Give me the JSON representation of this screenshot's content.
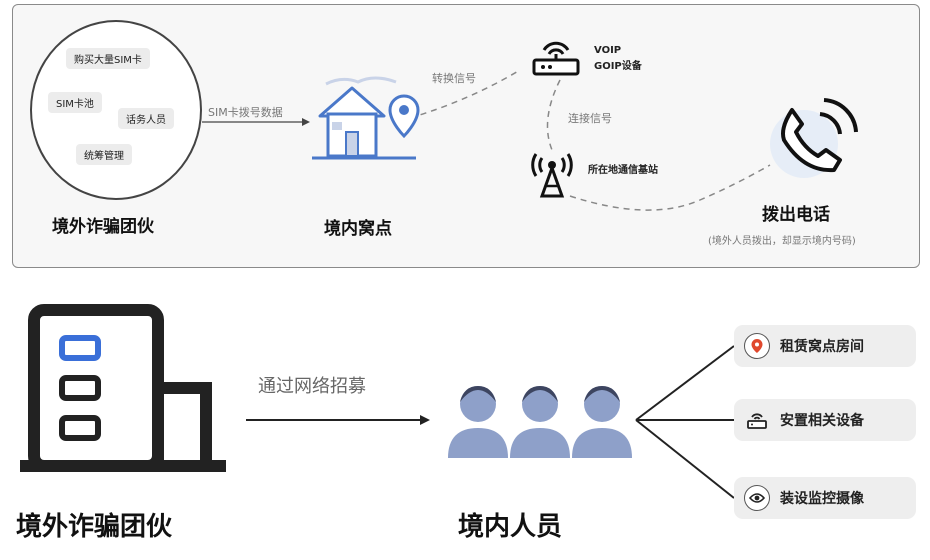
{
  "top": {
    "circle_items": [
      "购买大量SIM卡",
      "SIM卡池",
      "话务人员",
      "统筹管理"
    ],
    "overseas_group": "境外诈骗团伙",
    "sim_dial": "SIM卡拨号数据",
    "den": "境内窝点",
    "convert_signal": "转换信号",
    "voip_line1": "VOIP",
    "voip_line2": "GOIP设备",
    "connect_signal": "连接信号",
    "base_station": "所在地通信基站",
    "dial_out": "拨出电话",
    "dial_note": "(境外人员拨出，却显示境内号码)"
  },
  "bottom": {
    "overseas_group": "境外诈骗团伙",
    "recruit": "通过网络招募",
    "domestic": "境内人员",
    "tasks": [
      {
        "label": "租赁窝点房间",
        "icon": "location-pin-icon"
      },
      {
        "label": "安置相关设备",
        "icon": "router-icon"
      },
      {
        "label": "装设监控摄像",
        "icon": "eye-camera-icon"
      }
    ]
  },
  "colors": {
    "accent_blue": "#3a6fd8",
    "icon_blue": "#4a78c9",
    "pin_orange": "#e0482d",
    "person_blue": "#8ea0c9"
  }
}
